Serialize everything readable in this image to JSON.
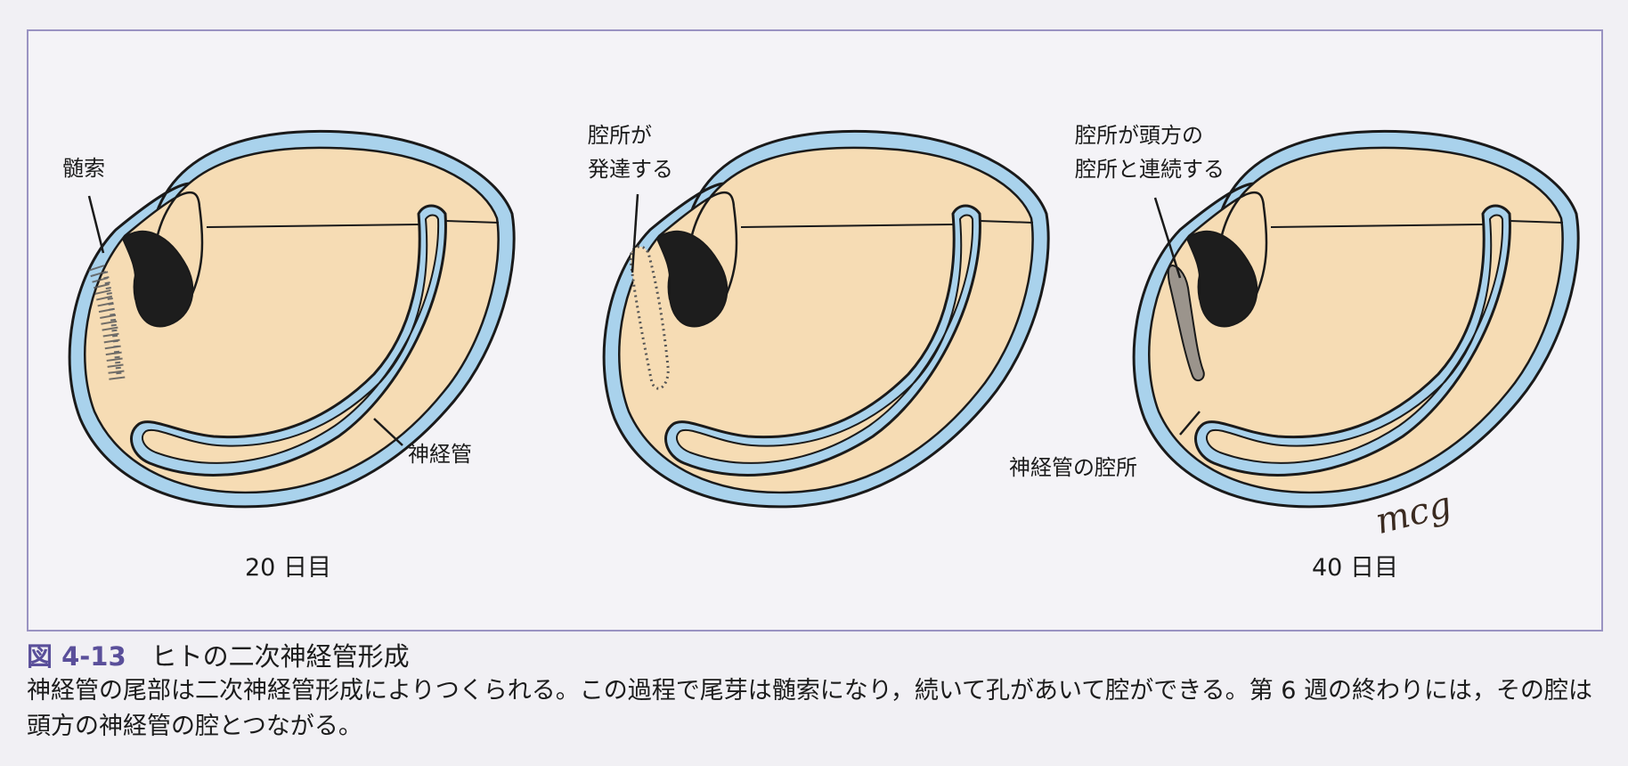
{
  "figure": {
    "panels": [
      {
        "age": "20 日目",
        "labels": [
          "髄索",
          "神経管"
        ]
      },
      {
        "age": "",
        "labels": [
          "腔所が",
          "発達する"
        ]
      },
      {
        "age": "40 日目",
        "labels": [
          "腔所が頭方の",
          "腔所と連続する",
          "神経管の腔所"
        ]
      }
    ],
    "signature": "mcg"
  },
  "caption": {
    "figure_number": "図 4-13",
    "title": "ヒトの二次神経管形成",
    "body": "神経管の尾部は二次神経管形成によりつくられる。この過程で尾芽は髄索になり，続いて孔があいて腔ができる。第 6 週の終わりには，その腔は頭方の神経管の腔とつながる。"
  },
  "colors": {
    "tissue": "#f6dcb4",
    "neural_tube_wall": "#a9d2ec",
    "outline": "#1a1a1a",
    "cavity": "#1d1d1d",
    "lumen_gray": "#9b948c",
    "frame": "#9a93c2",
    "figure_number": "#5a4f9a"
  }
}
